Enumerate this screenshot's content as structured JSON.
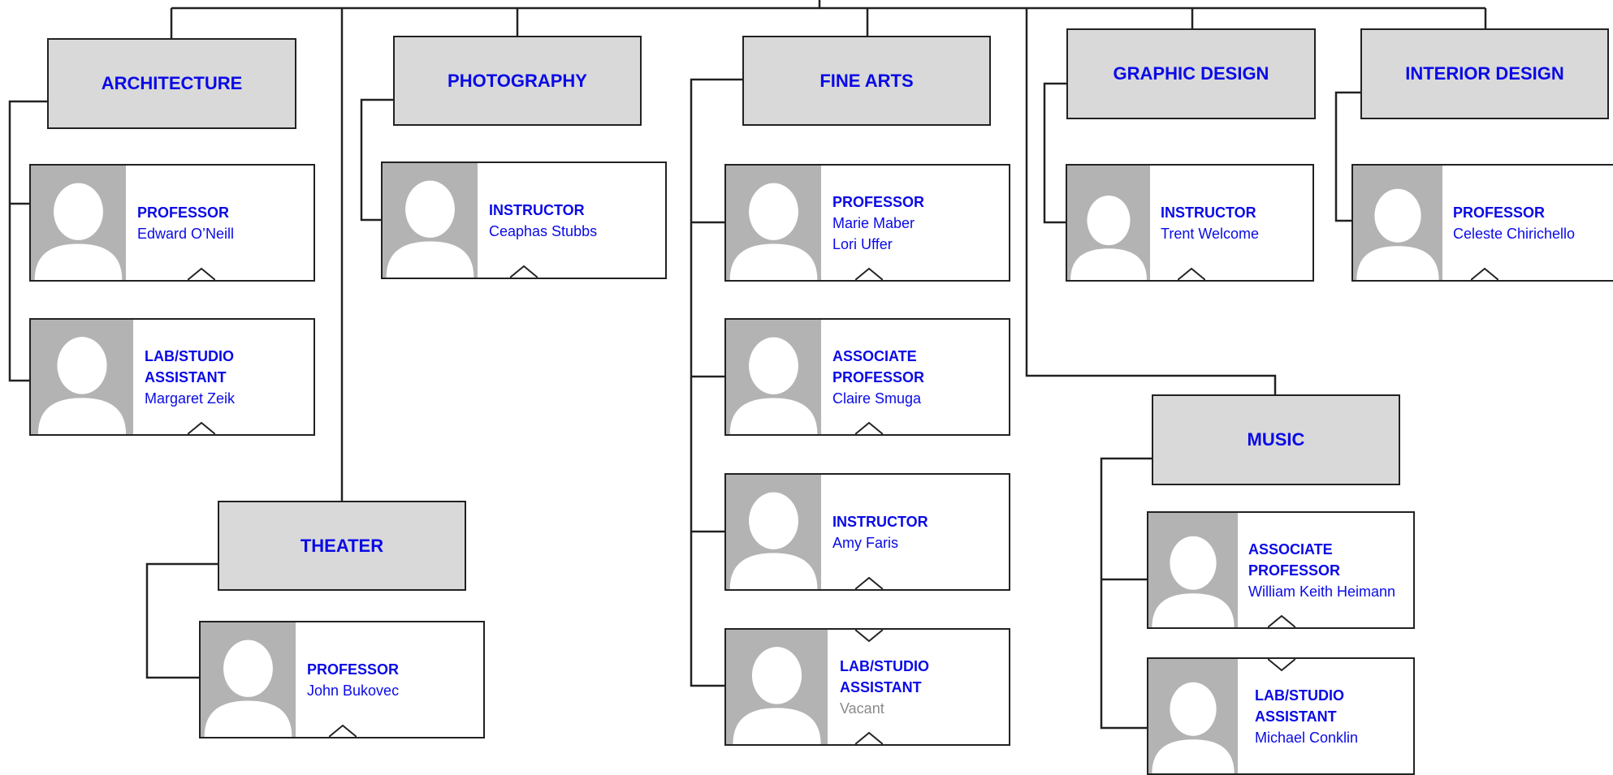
{
  "colors": {
    "accent": "#0a0ae6",
    "dept_fill": "#d9d9d9",
    "photo": "#b3b3b3",
    "line": "#222222",
    "vacant": "#8a8a8a"
  },
  "avatar_icon": "person-placeholder-icon",
  "departments": {
    "architecture": {
      "name": "ARCHITECTURE",
      "people": [
        {
          "role": "PROFESSOR",
          "names": [
            "Edward O’Neill"
          ]
        },
        {
          "role": "LAB/STUDIO ASSISTANT",
          "role_lines": [
            "LAB/STUDIO",
            "ASSISTANT"
          ],
          "names": [
            "Margaret Zeik"
          ]
        }
      ]
    },
    "photography": {
      "name": "PHOTOGRAPHY",
      "people": [
        {
          "role": "INSTRUCTOR",
          "names": [
            "Ceaphas Stubbs"
          ]
        }
      ]
    },
    "fine_arts": {
      "name": "FINE ARTS",
      "people": [
        {
          "role": "PROFESSOR",
          "names": [
            "Marie Maber",
            "Lori Uffer"
          ]
        },
        {
          "role": "ASSOCIATE PROFESSOR",
          "names": [
            "Claire Smuga"
          ]
        },
        {
          "role": "INSTRUCTOR",
          "names": [
            "Amy Faris"
          ]
        },
        {
          "role": "LAB/STUDIO ASSISTANT",
          "role_lines": [
            "LAB/STUDIO",
            "ASSISTANT"
          ],
          "names": [
            "Vacant"
          ]
        }
      ]
    },
    "graphic_design": {
      "name": "GRAPHIC DESIGN",
      "people": [
        {
          "role": "INSTRUCTOR",
          "names": [
            "Trent Welcome"
          ]
        }
      ]
    },
    "interior_design": {
      "name": "INTERIOR DESIGN",
      "people": [
        {
          "role": "PROFESSOR",
          "names": [
            "Celeste Chirichello"
          ]
        }
      ]
    },
    "music": {
      "name": "MUSIC",
      "people": [
        {
          "role": "ASSOCIATE PROFESSOR",
          "role_lines": [
            "ASSOCIATE",
            "PROFESSOR"
          ],
          "names": [
            "William Keith Heimann"
          ]
        },
        {
          "role": "LAB/STUDIO ASSISTANT",
          "role_lines": [
            "LAB/STUDIO",
            "ASSISTANT"
          ],
          "names": [
            "Michael Conklin"
          ]
        }
      ]
    },
    "theater": {
      "name": "THEATER",
      "people": [
        {
          "role": "PROFESSOR",
          "names": [
            "John Bukovec"
          ]
        }
      ]
    }
  }
}
